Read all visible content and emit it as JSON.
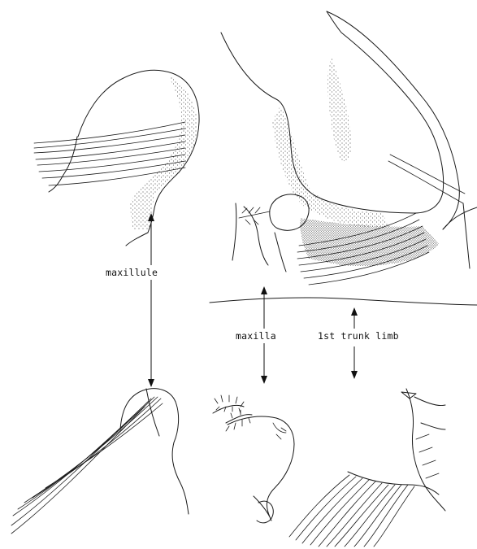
{
  "labels": {
    "maxillule": "maxillule",
    "maxilla": "maxilla",
    "trunk_limb": "1st trunk limb"
  },
  "colors": {
    "ink": "#1a1a1a",
    "paper": "#ffffff"
  }
}
